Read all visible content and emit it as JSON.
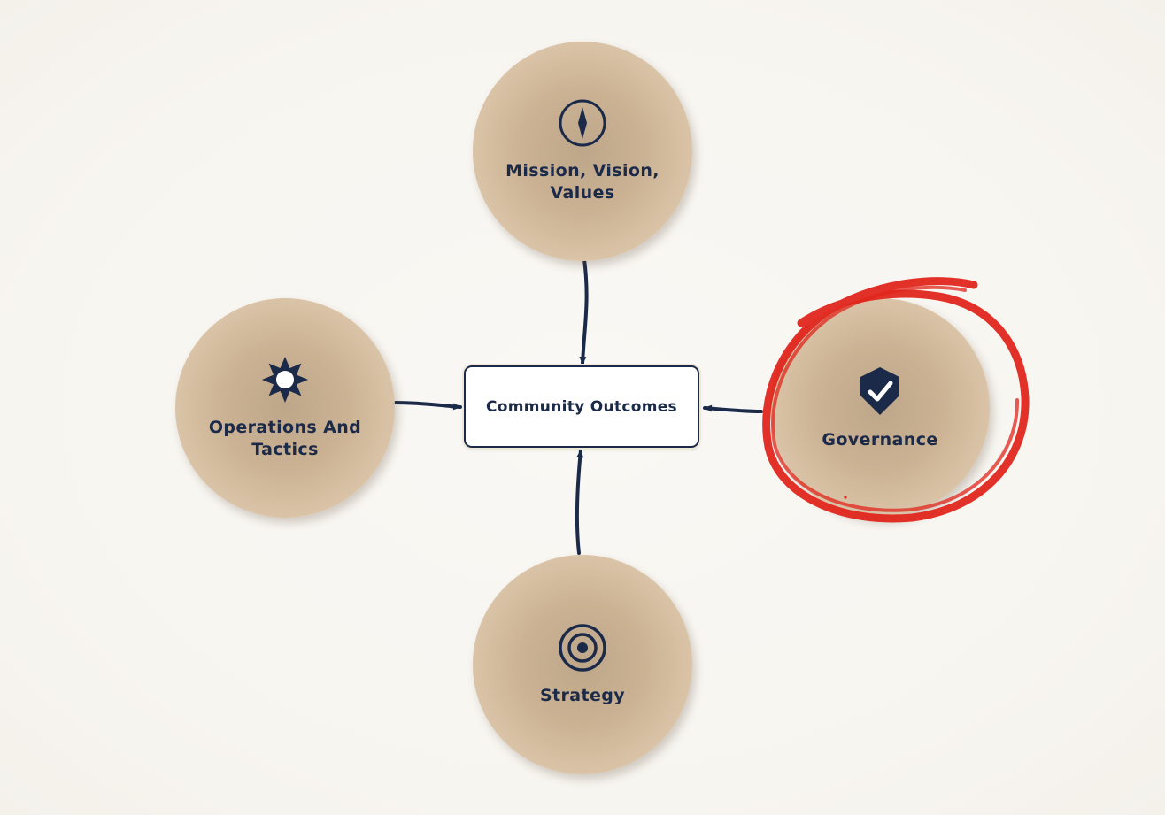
{
  "center": {
    "label": "Community Outcomes"
  },
  "nodes": [
    {
      "id": "mission",
      "label": "Mission, Vision, Values",
      "icon": "compass-icon"
    },
    {
      "id": "operations",
      "label": "Operations And Tactics",
      "icon": "gear-sun-icon"
    },
    {
      "id": "governance",
      "label": "Governance",
      "icon": "shield-check-icon"
    },
    {
      "id": "strategy",
      "label": "Strategy",
      "icon": "target-icon"
    }
  ],
  "colors": {
    "ink": "#1c2a4a",
    "node_fill": "#cbb293",
    "annotation": "#e0261c",
    "background": "#f8f6f2"
  },
  "annotation": {
    "type": "hand-drawn-circle",
    "target": "governance"
  }
}
